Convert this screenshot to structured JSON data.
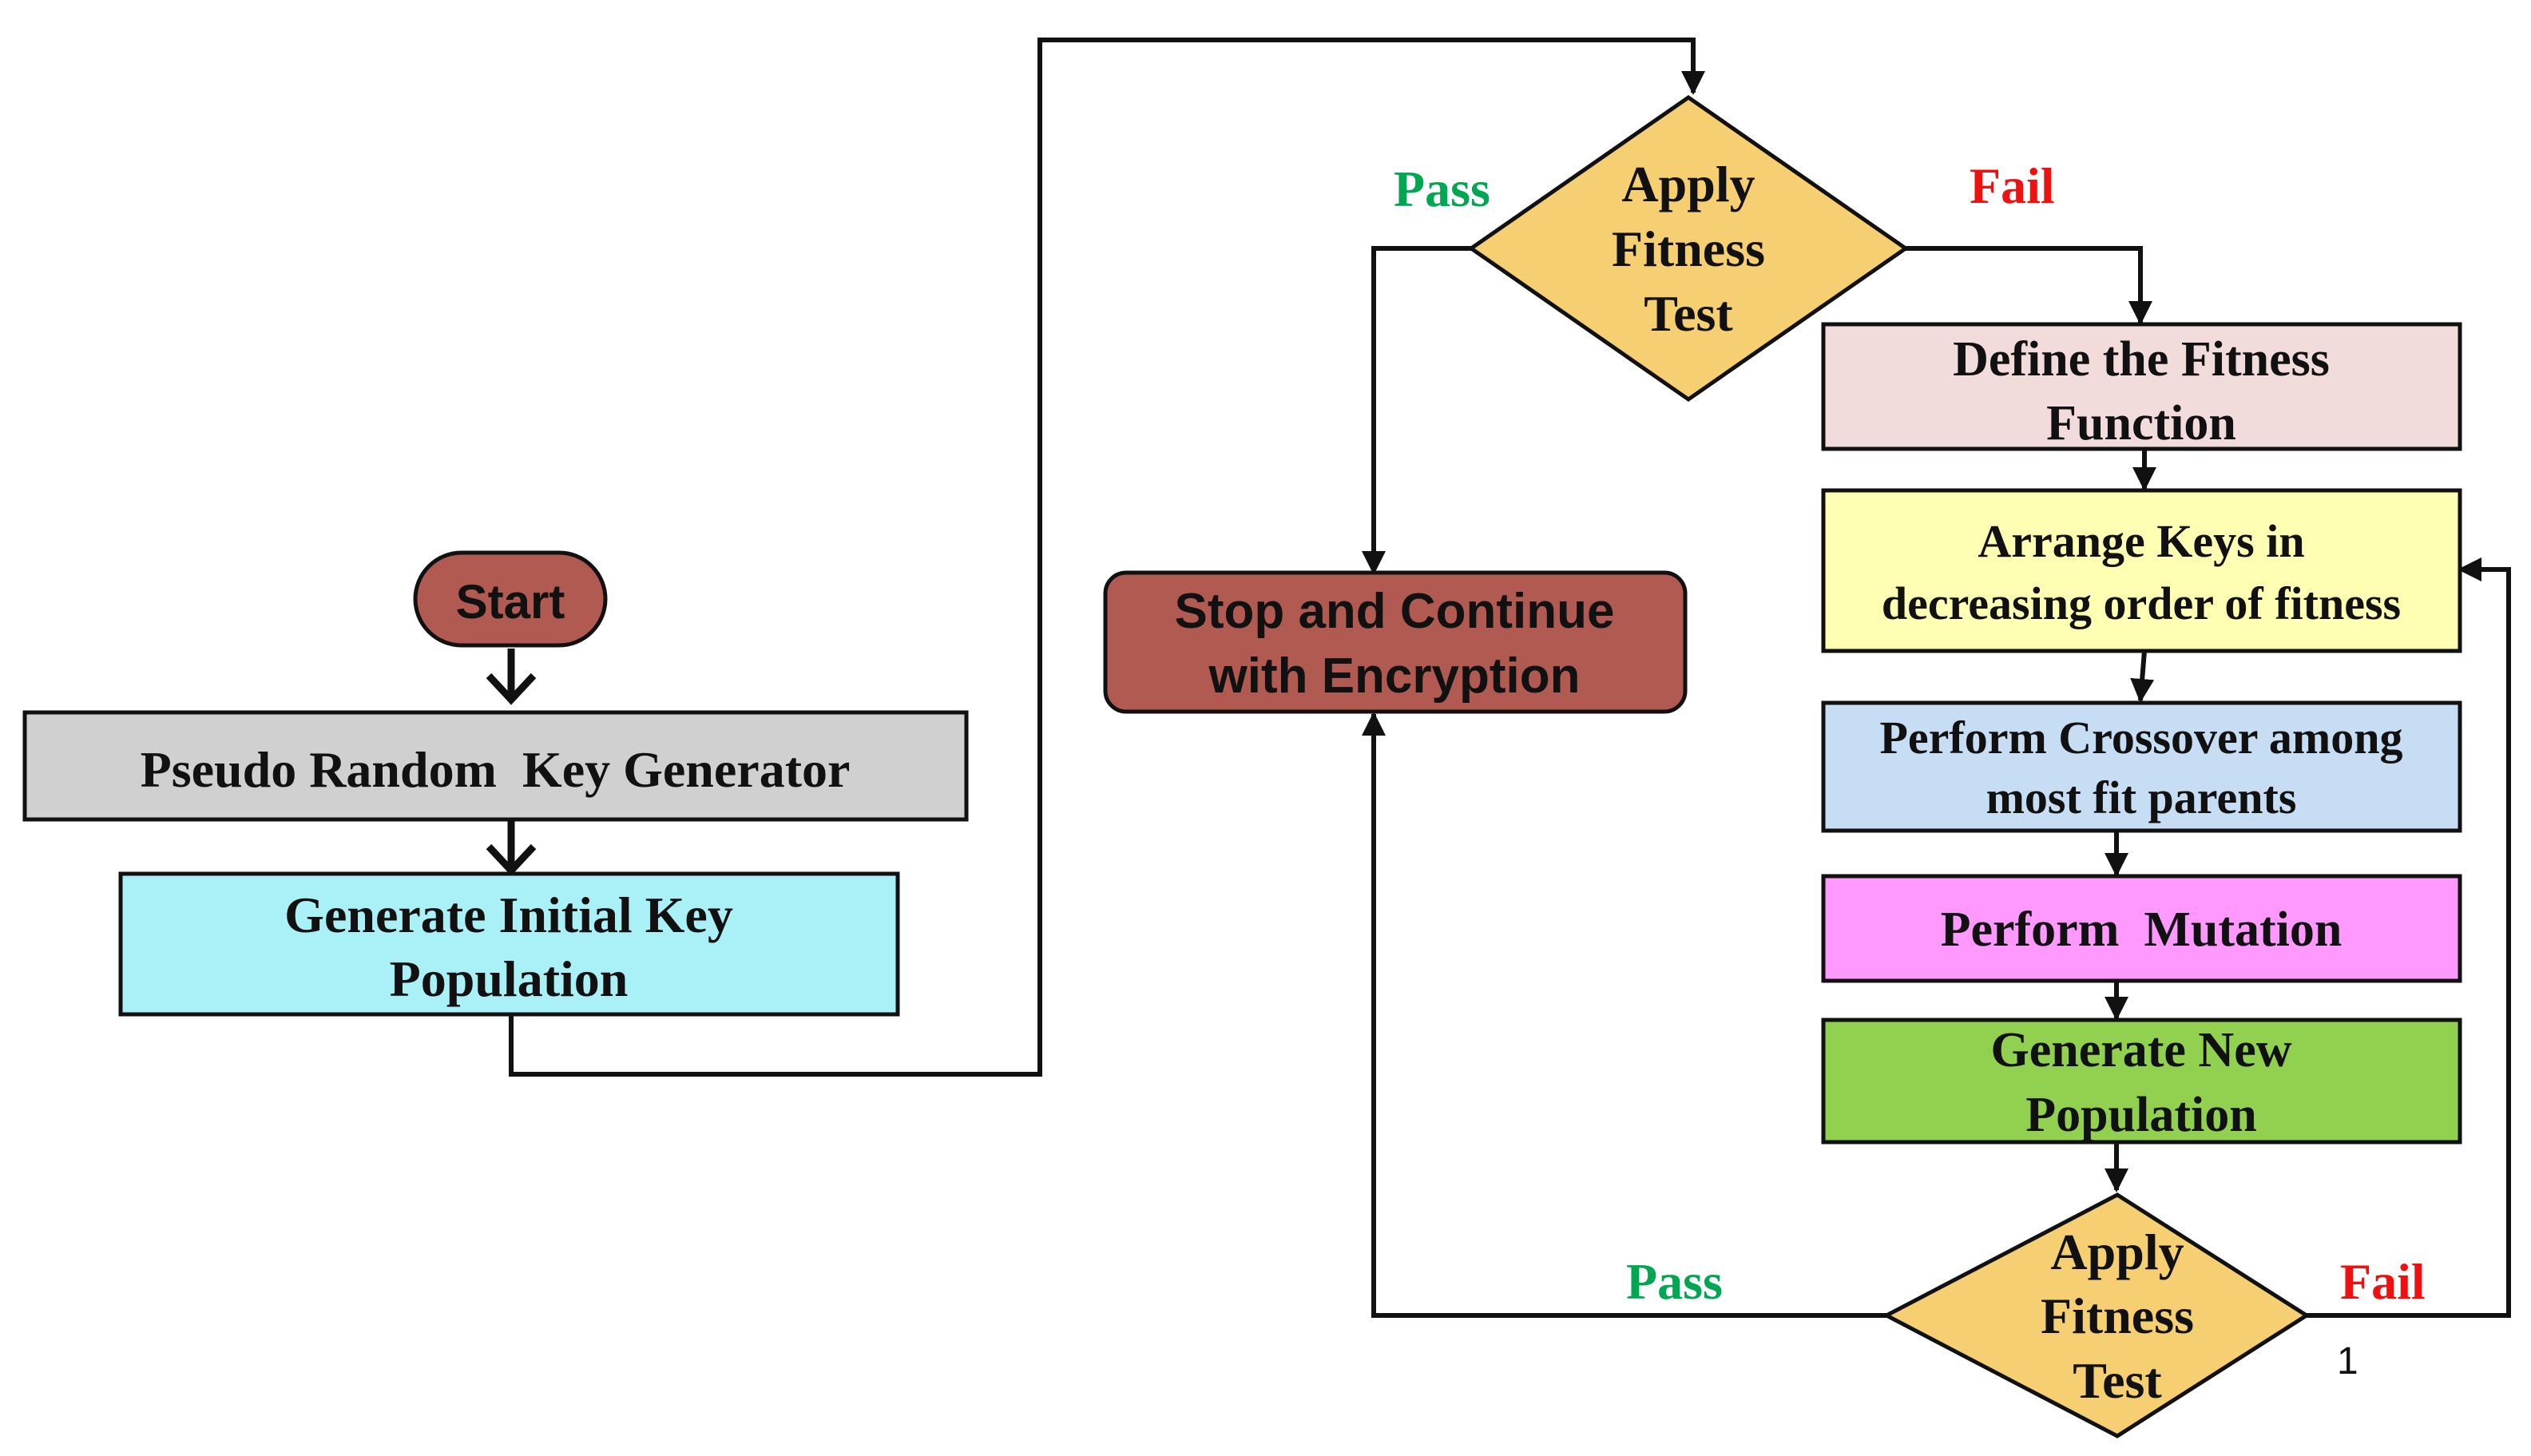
{
  "nodes": {
    "start": {
      "lines": [
        "Start"
      ],
      "fill": "#b05a52"
    },
    "pseudo_random": {
      "lines": [
        "Pseudo Random  Key Generator"
      ],
      "fill": "#d0d0d0"
    },
    "generate_initial": {
      "lines": [
        "Generate Initial Key",
        "Population"
      ],
      "fill": "#a9f0f7"
    },
    "fitness_test_top": {
      "lines": [
        "Apply",
        "Fitness",
        "Test"
      ],
      "fill": "#f5cf72"
    },
    "stop_continue": {
      "lines": [
        "Stop and Continue",
        "with Encryption"
      ],
      "fill": "#b05a52"
    },
    "define_fitness": {
      "lines": [
        "Define the Fitness",
        "Function"
      ],
      "fill": "#f2dcdb"
    },
    "arrange_keys": {
      "lines": [
        "Arrange Keys in",
        "decreasing order of fitness"
      ],
      "fill": "#ffffb3"
    },
    "crossover": {
      "lines": [
        "Perform Crossover among",
        "most fit parents"
      ],
      "fill": "#c7ddf3"
    },
    "mutation": {
      "lines": [
        "Perform  Mutation"
      ],
      "fill": "#ff99ff"
    },
    "generate_new": {
      "lines": [
        "Generate New",
        "Population"
      ],
      "fill": "#92d050"
    },
    "fitness_test_bottom": {
      "lines": [
        "Apply",
        "Fitness",
        "Test"
      ],
      "fill": "#f5cf72"
    }
  },
  "edge_labels": {
    "top_pass": {
      "text": "Pass",
      "color": "#00a651"
    },
    "top_fail": {
      "text": "Fail",
      "color": "#ee1111"
    },
    "bottom_pass": {
      "text": "Pass",
      "color": "#00a651"
    },
    "bottom_fail": {
      "text": "Fail",
      "color": "#ee1111"
    }
  },
  "slide_number": "1",
  "colors": {
    "stroke": "#111111"
  }
}
